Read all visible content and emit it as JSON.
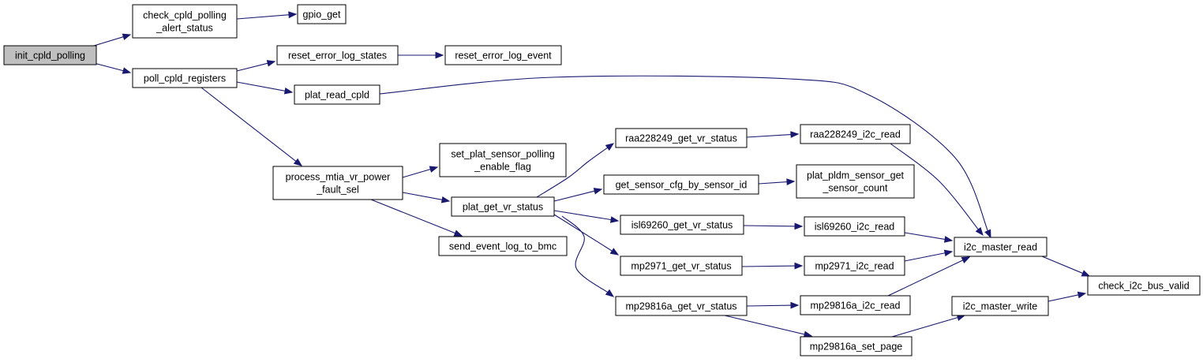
{
  "nodes": {
    "init_cpld_polling": [
      "init_cpld_polling"
    ],
    "check_cpld_polling_alert_status": [
      "check_cpld_polling",
      "_alert_status"
    ],
    "gpio_get": [
      "gpio_get"
    ],
    "poll_cpld_registers": [
      "poll_cpld_registers"
    ],
    "reset_error_log_states": [
      "reset_error_log_states"
    ],
    "reset_error_log_event": [
      "reset_error_log_event"
    ],
    "plat_read_cpld": [
      "plat_read_cpld"
    ],
    "process_mtia_vr_power_fault_sel": [
      "process_mtia_vr_power",
      "_fault_sel"
    ],
    "set_plat_sensor_polling_enable_flag": [
      "set_plat_sensor_polling",
      "_enable_flag"
    ],
    "plat_get_vr_status": [
      "plat_get_vr_status"
    ],
    "send_event_log_to_bmc": [
      "send_event_log_to_bmc"
    ],
    "raa228249_get_vr_status": [
      "raa228249_get_vr_status"
    ],
    "get_sensor_cfg_by_sensor_id": [
      "get_sensor_cfg_by_sensor_id"
    ],
    "isl69260_get_vr_status": [
      "isl69260_get_vr_status"
    ],
    "mp2971_get_vr_status": [
      "mp2971_get_vr_status"
    ],
    "mp29816a_get_vr_status": [
      "mp29816a_get_vr_status"
    ],
    "raa228249_i2c_read": [
      "raa228249_i2c_read"
    ],
    "plat_pldm_sensor_get_sensor_count": [
      "plat_pldm_sensor_get",
      "_sensor_count"
    ],
    "isl69260_i2c_read": [
      "isl69260_i2c_read"
    ],
    "mp2971_i2c_read": [
      "mp2971_i2c_read"
    ],
    "mp29816a_i2c_read": [
      "mp29816a_i2c_read"
    ],
    "mp29816a_set_page": [
      "mp29816a_set_page"
    ],
    "i2c_master_read": [
      "i2c_master_read"
    ],
    "i2c_master_write": [
      "i2c_master_write"
    ],
    "check_i2c_bus_valid": [
      "check_i2c_bus_valid"
    ]
  },
  "root": "init_cpld_polling",
  "edges": [
    [
      "init_cpld_polling",
      "check_cpld_polling_alert_status"
    ],
    [
      "init_cpld_polling",
      "poll_cpld_registers"
    ],
    [
      "check_cpld_polling_alert_status",
      "gpio_get"
    ],
    [
      "poll_cpld_registers",
      "reset_error_log_states"
    ],
    [
      "poll_cpld_registers",
      "plat_read_cpld"
    ],
    [
      "poll_cpld_registers",
      "process_mtia_vr_power_fault_sel"
    ],
    [
      "reset_error_log_states",
      "reset_error_log_event"
    ],
    [
      "plat_read_cpld",
      "i2c_master_read"
    ],
    [
      "process_mtia_vr_power_fault_sel",
      "set_plat_sensor_polling_enable_flag"
    ],
    [
      "process_mtia_vr_power_fault_sel",
      "plat_get_vr_status"
    ],
    [
      "process_mtia_vr_power_fault_sel",
      "send_event_log_to_bmc"
    ],
    [
      "plat_get_vr_status",
      "raa228249_get_vr_status"
    ],
    [
      "plat_get_vr_status",
      "get_sensor_cfg_by_sensor_id"
    ],
    [
      "plat_get_vr_status",
      "isl69260_get_vr_status"
    ],
    [
      "plat_get_vr_status",
      "mp2971_get_vr_status"
    ],
    [
      "plat_get_vr_status",
      "mp29816a_get_vr_status"
    ],
    [
      "raa228249_get_vr_status",
      "raa228249_i2c_read"
    ],
    [
      "get_sensor_cfg_by_sensor_id",
      "plat_pldm_sensor_get_sensor_count"
    ],
    [
      "isl69260_get_vr_status",
      "isl69260_i2c_read"
    ],
    [
      "mp2971_get_vr_status",
      "mp2971_i2c_read"
    ],
    [
      "mp29816a_get_vr_status",
      "mp29816a_i2c_read"
    ],
    [
      "mp29816a_get_vr_status",
      "mp29816a_set_page"
    ],
    [
      "raa228249_i2c_read",
      "i2c_master_read"
    ],
    [
      "isl69260_i2c_read",
      "i2c_master_read"
    ],
    [
      "mp2971_i2c_read",
      "i2c_master_read"
    ],
    [
      "mp29816a_i2c_read",
      "i2c_master_read"
    ],
    [
      "mp29816a_set_page",
      "i2c_master_write"
    ],
    [
      "i2c_master_read",
      "check_i2c_bus_valid"
    ],
    [
      "i2c_master_write",
      "check_i2c_bus_valid"
    ]
  ],
  "colors": {
    "edge": "#191970",
    "root_fill": "#bfbfbf",
    "node_fill": "#ffffff",
    "node_border": "#000000"
  }
}
